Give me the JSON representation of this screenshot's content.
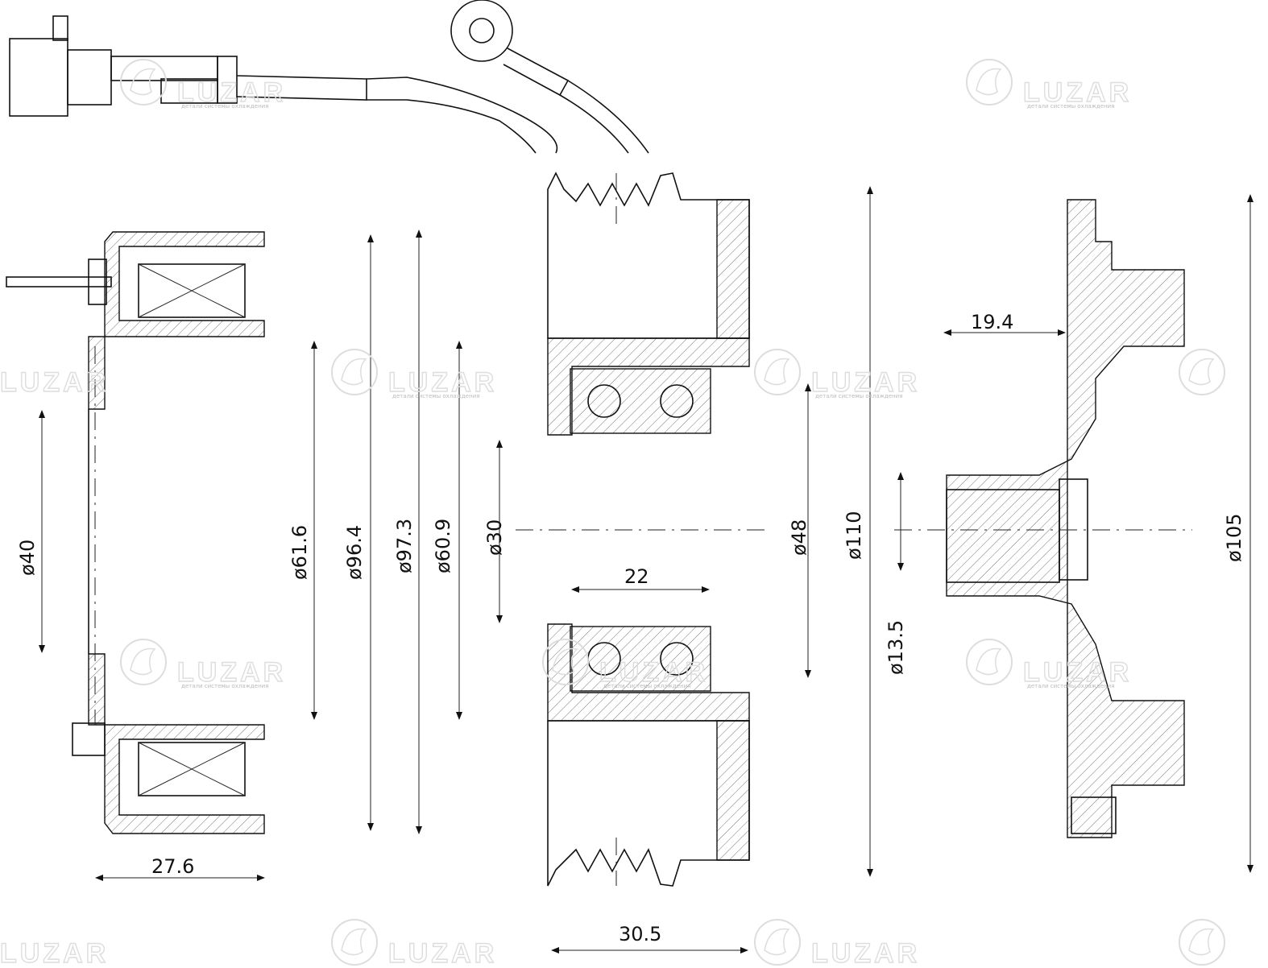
{
  "watermark": {
    "brand": "LUZAR",
    "tagline": "детали системы охлаждения"
  },
  "coil": {
    "bore_diameter": "ø40",
    "inner_diameter": "ø61.6",
    "outer_diameter": "ø96.4",
    "width": "27.6"
  },
  "pulley": {
    "outer_diameter": "ø97.3",
    "inner_diameter": "ø60.9",
    "bore_diameter": "ø30",
    "bearing_width": "22",
    "bearing_diameter": "ø48",
    "pulley_diameter": "ø110",
    "width": "30.5"
  },
  "hub": {
    "hub_length": "19.4",
    "shaft_diameter": "ø13.5",
    "plate_diameter": "ø105"
  }
}
